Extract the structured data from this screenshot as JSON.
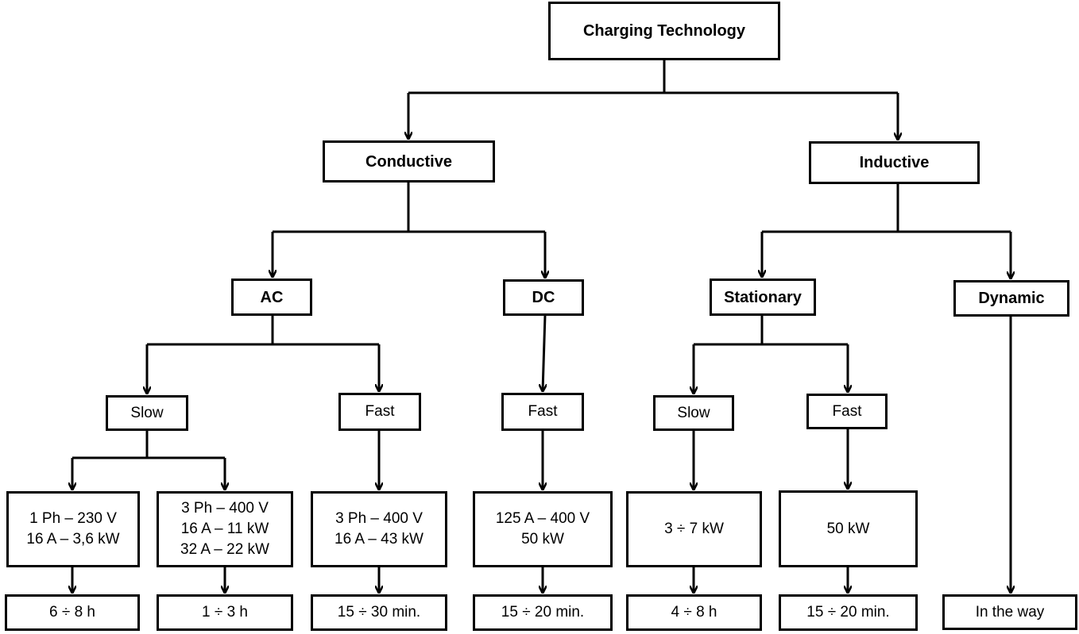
{
  "nodes": {
    "root": {
      "lines": [
        "Charging Technology"
      ]
    },
    "conductive": {
      "lines": [
        "Conductive"
      ]
    },
    "inductive": {
      "lines": [
        "Inductive"
      ]
    },
    "ac": {
      "lines": [
        "AC"
      ]
    },
    "dc": {
      "lines": [
        "DC"
      ]
    },
    "stationary": {
      "lines": [
        "Stationary"
      ]
    },
    "dynamic": {
      "lines": [
        "Dynamic"
      ]
    },
    "ac_slow": {
      "lines": [
        "Slow"
      ]
    },
    "ac_fast": {
      "lines": [
        "Fast"
      ]
    },
    "dc_fast": {
      "lines": [
        "Fast"
      ]
    },
    "st_slow": {
      "lines": [
        "Slow"
      ]
    },
    "st_fast": {
      "lines": [
        "Fast"
      ]
    },
    "spec_1ph": {
      "lines": [
        "1 Ph – 230 V",
        "16 A – 3,6 kW"
      ]
    },
    "spec_3ph_slow": {
      "lines": [
        "3 Ph – 400 V",
        "16 A – 11 kW",
        "32 A – 22 kW"
      ]
    },
    "spec_3ph_fast": {
      "lines": [
        "3 Ph – 400 V",
        "16 A – 43 kW"
      ]
    },
    "spec_dc": {
      "lines": [
        "125 A – 400 V",
        "50 kW"
      ]
    },
    "spec_3_7kw": {
      "lines": [
        "3 ÷ 7 kW"
      ]
    },
    "spec_50kw": {
      "lines": [
        "50 kW"
      ]
    },
    "time_6_8": {
      "lines": [
        "6 ÷ 8 h"
      ]
    },
    "time_1_3": {
      "lines": [
        "1 ÷ 3 h"
      ]
    },
    "time_15_30": {
      "lines": [
        "15 ÷ 30 min."
      ]
    },
    "time_15_20_dc": {
      "lines": [
        "15 ÷ 20 min."
      ]
    },
    "time_4_8": {
      "lines": [
        "4 ÷ 8 h"
      ]
    },
    "time_15_20_ind": {
      "lines": [
        "15 ÷ 20 min."
      ]
    },
    "time_in_the_way": {
      "lines": [
        "In the way"
      ]
    }
  }
}
